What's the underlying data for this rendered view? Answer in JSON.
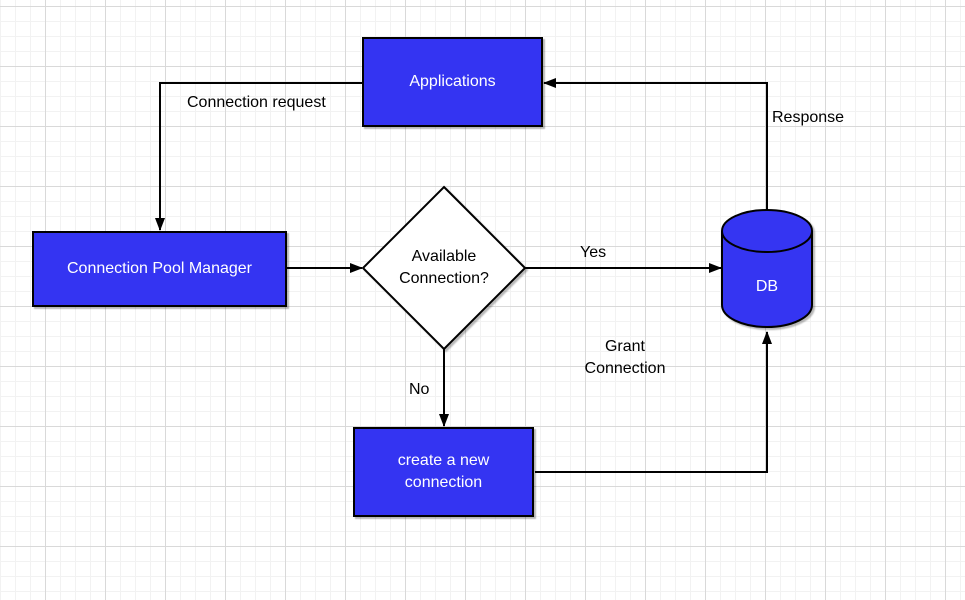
{
  "colors": {
    "node_fill": "#3434f2",
    "node_border": "#000000",
    "node_text": "#ffffff",
    "decision_fill": "#ffffff",
    "edge_color": "#000000",
    "label_text": "#000000",
    "grid_minor": "#f2f2f2",
    "grid_major": "#d9d9d9",
    "canvas_background": "#ffffff"
  },
  "nodes": {
    "applications": {
      "label": "Applications",
      "type": "process"
    },
    "pool_manager": {
      "label": "Connection Pool Manager",
      "type": "process"
    },
    "decision": {
      "label": "Available Connection?",
      "type": "decision"
    },
    "db": {
      "label": "DB",
      "type": "database"
    },
    "create_connection": {
      "label": "create a new connection",
      "type": "process"
    }
  },
  "edges": {
    "connection_request": {
      "label": "Connection request",
      "from": "applications",
      "to": "pool_manager"
    },
    "pool_to_decision": {
      "label": "",
      "from": "pool_manager",
      "to": "decision"
    },
    "yes": {
      "label": "Yes",
      "from": "decision",
      "to": "db"
    },
    "no": {
      "label": "No",
      "from": "decision",
      "to": "create_connection"
    },
    "grant": {
      "label": "Grant Connection",
      "from": "create_connection",
      "to": "db"
    },
    "response": {
      "label": "Response",
      "from": "db",
      "to": "applications"
    }
  }
}
